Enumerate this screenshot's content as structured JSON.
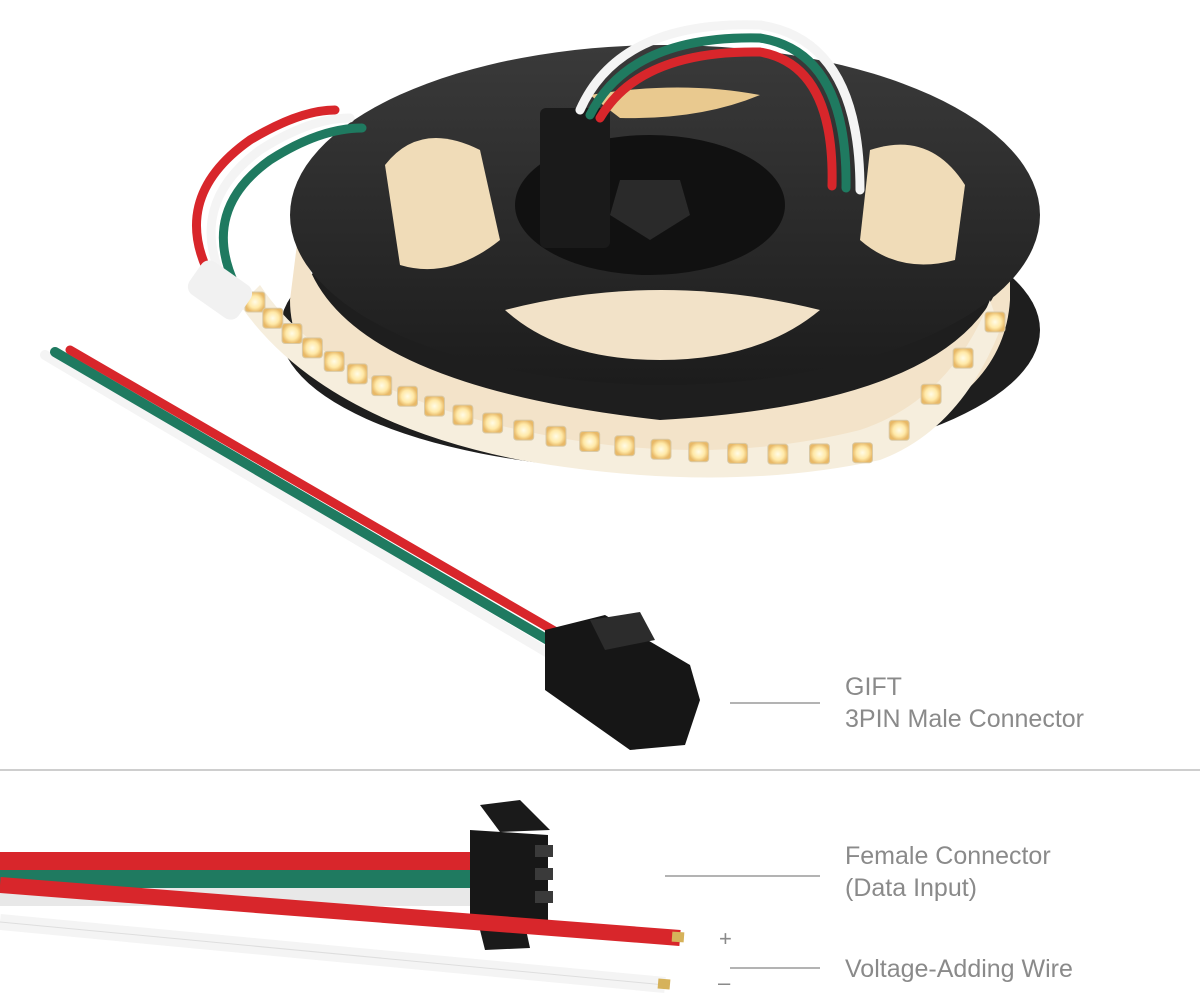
{
  "product_photo": {
    "subject": "addressable LED strip reel with pre-attached 3-pin wires",
    "wire_colors": {
      "red": "#d8262b",
      "green": "#1f7a60",
      "white": "#f4f4f4"
    },
    "reel_color": "#2b2b2b",
    "led_colors": [
      "#fff3c2",
      "#ffe08a"
    ]
  },
  "callouts": {
    "gift_title": "GIFT",
    "gift_detail": "3PIN Male Connector",
    "female_title": "Female Connector",
    "female_detail": "(Data Input)",
    "plus_sign": "+",
    "minus_sign": "–",
    "voltage_label": "Voltage-Adding Wire"
  }
}
